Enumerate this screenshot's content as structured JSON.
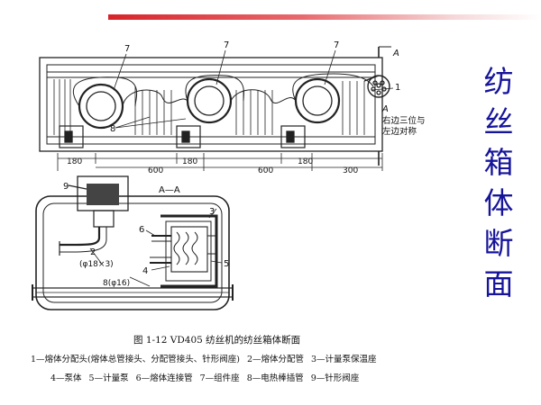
{
  "slide": {
    "side_title": [
      "纺",
      "丝",
      "箱",
      "体",
      "断",
      "面"
    ]
  },
  "figure": {
    "labels": {
      "seven": "7",
      "a_top": "A",
      "one": "1",
      "a_side": "A",
      "note_line1": "右边三位与",
      "note_line2": "左边对称",
      "eight": "8",
      "dim_180a": "180",
      "dim_600a": "600",
      "dim_180b": "180",
      "dim_600b": "600",
      "dim_180c": "180",
      "dim_300": "300",
      "section_title": "A—A",
      "nine": "9",
      "three": "3",
      "six": "6",
      "two": "2",
      "pipe_size": "(φ18×3)",
      "four": "4",
      "five": "5",
      "heater": "8(φ16)"
    },
    "caption": "图 1-12  VD405 纺丝机的纺丝箱体断面",
    "legend_line1": [
      "1—熔体分配头(熔体总管接头、分配管接头、针形阀座)",
      "2—熔体分配管",
      "3—计量泵保温座"
    ],
    "legend_line2": [
      "4—泵体",
      "5—计量泵",
      "6—熔体连接管",
      "7—组件座",
      "8—电热棒插管",
      "9—针形阀座"
    ]
  }
}
